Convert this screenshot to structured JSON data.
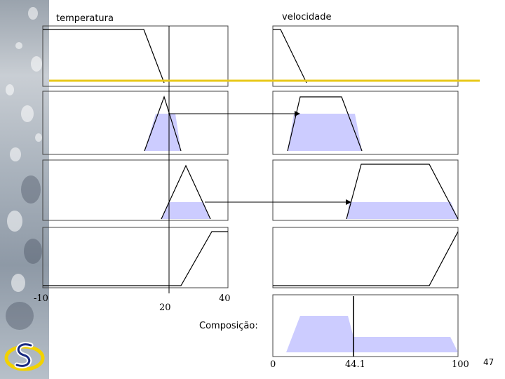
{
  "titles": {
    "left": "temperatura",
    "right": "velocidade",
    "composition": "Composição:"
  },
  "axis": {
    "temperature_ticks": [
      "-10",
      "20",
      "40"
    ],
    "speed_ticks": [
      "0",
      "44.1",
      "100"
    ]
  },
  "page_number": "47",
  "colors": {
    "fill": "#ccccff",
    "threshold_line": "#e8c81a",
    "stroke": "#000000",
    "panel_border": "#444444"
  }
}
